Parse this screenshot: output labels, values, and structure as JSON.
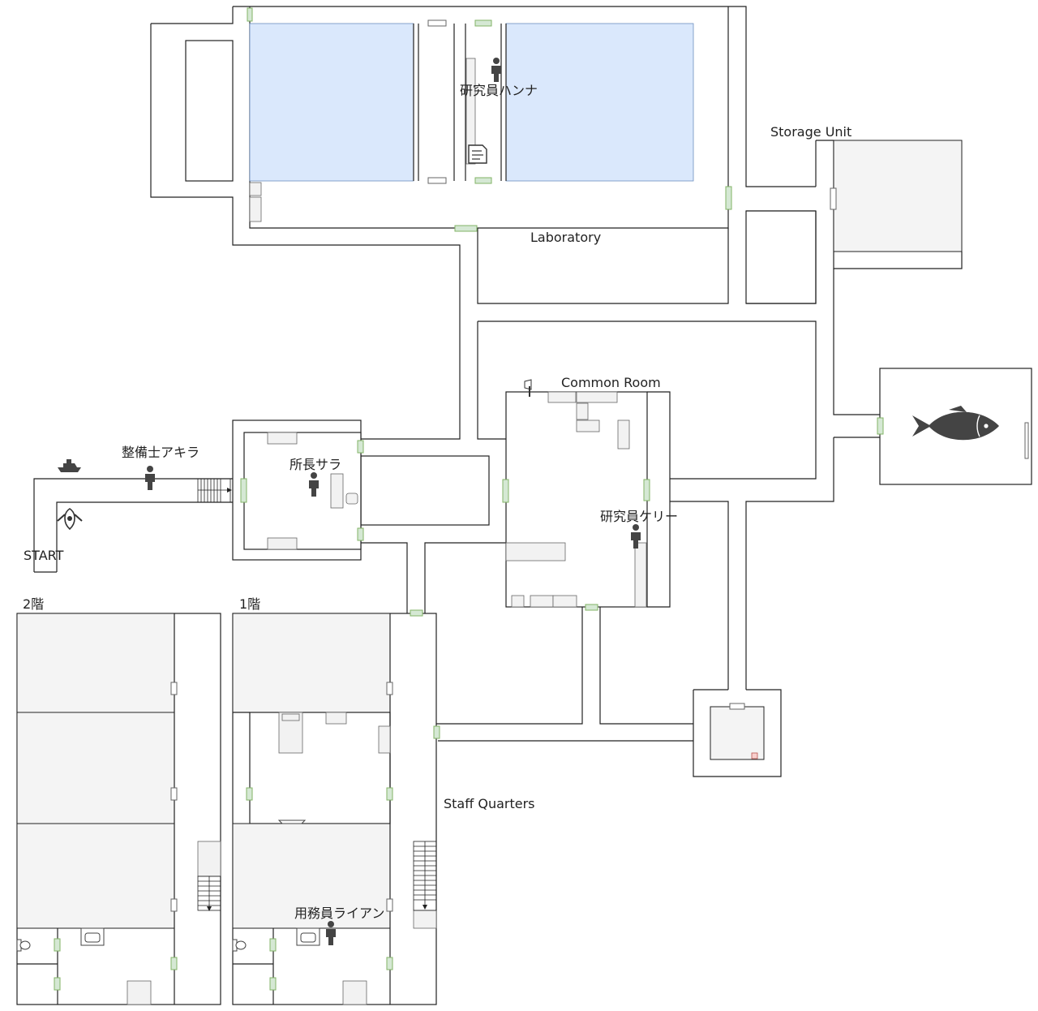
{
  "map": {
    "areas": {
      "laboratory": "Laboratory",
      "storage_unit": "Storage Unit",
      "common_room": "Common Room",
      "staff_quarters": "Staff Quarters",
      "start": "START",
      "floor_2": "2階",
      "floor_1": "1階"
    },
    "characters": {
      "hannah": "研究員ハンナ",
      "akira": "整備士アキラ",
      "sara": "所長サラ",
      "kelly": "研究員ケリー",
      "ryan": "用務員ライアン"
    },
    "icons": [
      "boat-icon",
      "bird-icon",
      "person-icon",
      "document-icon",
      "fish-icon",
      "toilet-icon",
      "sink-icon",
      "bed-icon",
      "lamp-icon"
    ],
    "colors": {
      "water": "#dae8fc",
      "door": "#d5e8d4",
      "room_fill": "#f4f4f4",
      "marker": "#f8cecc"
    }
  }
}
